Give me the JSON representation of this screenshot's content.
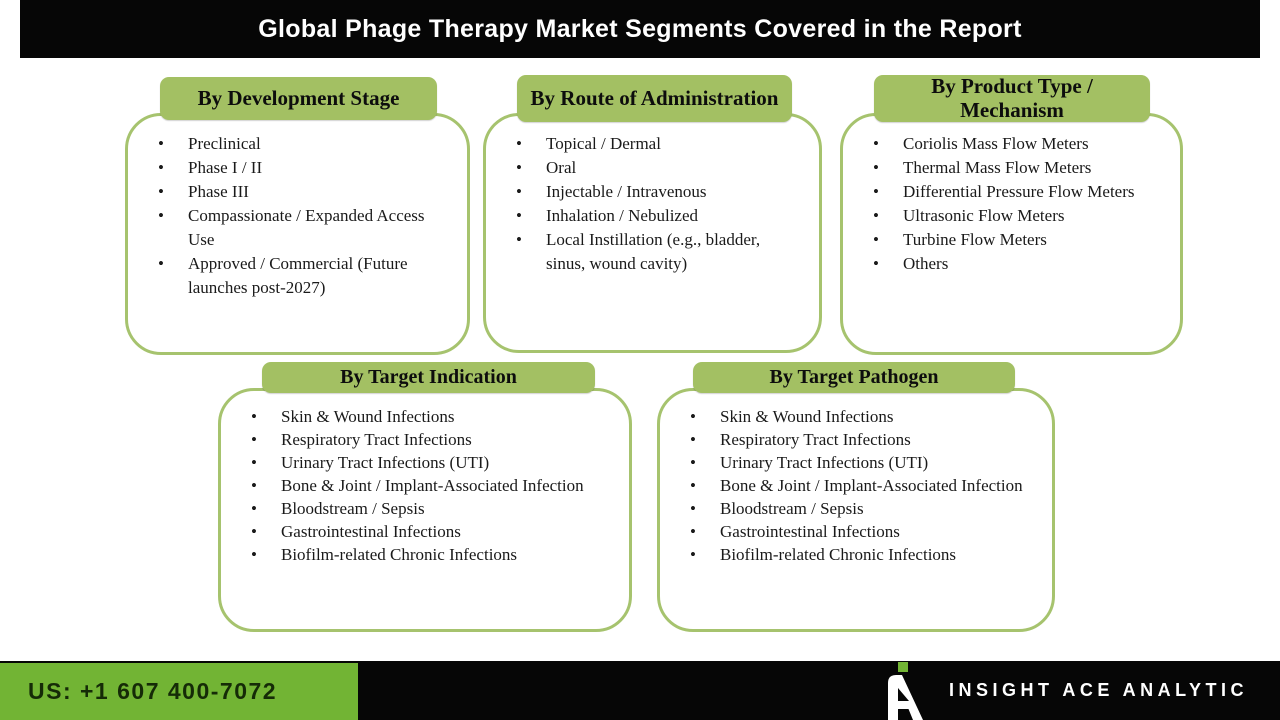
{
  "title": "Global Phage Therapy Market Segments Covered in the Report",
  "segments": [
    {
      "header": "By Development Stage",
      "items": [
        "Preclinical",
        "Phase I / II",
        "Phase III",
        "Compassionate / Expanded Access Use",
        "Approved / Commercial (Future launches post-2027)"
      ]
    },
    {
      "header": "By Route of Administration",
      "items": [
        "Topical / Dermal",
        "Oral",
        "Injectable / Intravenous",
        "Inhalation / Nebulized",
        "Local Instillation (e.g., bladder, sinus, wound cavity)"
      ]
    },
    {
      "header": "By Product Type / Mechanism",
      "items": [
        "Coriolis Mass Flow Meters",
        "Thermal Mass Flow Meters",
        "Differential Pressure Flow Meters",
        "Ultrasonic Flow Meters",
        "Turbine Flow Meters",
        "Others"
      ]
    },
    {
      "header": "By Target Indication",
      "items": [
        "Skin & Wound Infections",
        "Respiratory Tract Infections",
        "Urinary Tract Infections (UTI)",
        "Bone & Joint / Implant-Associated Infection",
        "Bloodstream / Sepsis",
        "Gastrointestinal Infections",
        "Biofilm-related Chronic Infections"
      ]
    },
    {
      "header": "By Target Pathogen",
      "items": [
        "Skin & Wound Infections",
        "Respiratory Tract Infections",
        "Urinary Tract Infections (UTI)",
        "Bone & Joint / Implant-Associated Infection",
        "Bloodstream / Sepsis",
        "Gastrointestinal Infections",
        "Biofilm-related Chronic Infections"
      ]
    }
  ],
  "footer": {
    "phone_label": "US: +1 607 400-7072",
    "brand_name": "INSIGHT ACE ANALYTIC",
    "logo": "insight-ace-logo"
  },
  "colors": {
    "bar_black": "#060606",
    "header_green": "#a3c063",
    "box_border_green": "#a6c36e",
    "footer_green": "#72b434",
    "logo_accent_green": "#72b434",
    "title_text": "#ffffff",
    "body_text": "#1a1a1a"
  }
}
